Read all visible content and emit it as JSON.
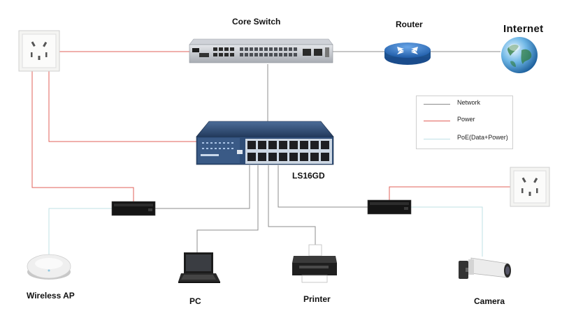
{
  "labels": {
    "core_switch": "Core Switch",
    "router": "Router",
    "internet": "Internet",
    "ls16gd": "LS16GD",
    "wireless_ap": "Wireless AP",
    "pc": "PC",
    "printer": "Printer",
    "camera": "Camera"
  },
  "legend": {
    "network": {
      "label": "Network",
      "color": "#8c8c8c"
    },
    "power": {
      "label": "Power",
      "color": "#e2605a"
    },
    "poe": {
      "label": "PoE(Data+Power)",
      "color": "#bfe0e6"
    }
  },
  "icons": [
    "power-outlet-icon",
    "core-switch-icon",
    "router-icon",
    "globe-icon",
    "poe-switch-icon",
    "poe-injector-icon",
    "access-point-icon",
    "laptop-icon",
    "printer-icon",
    "camera-icon"
  ]
}
